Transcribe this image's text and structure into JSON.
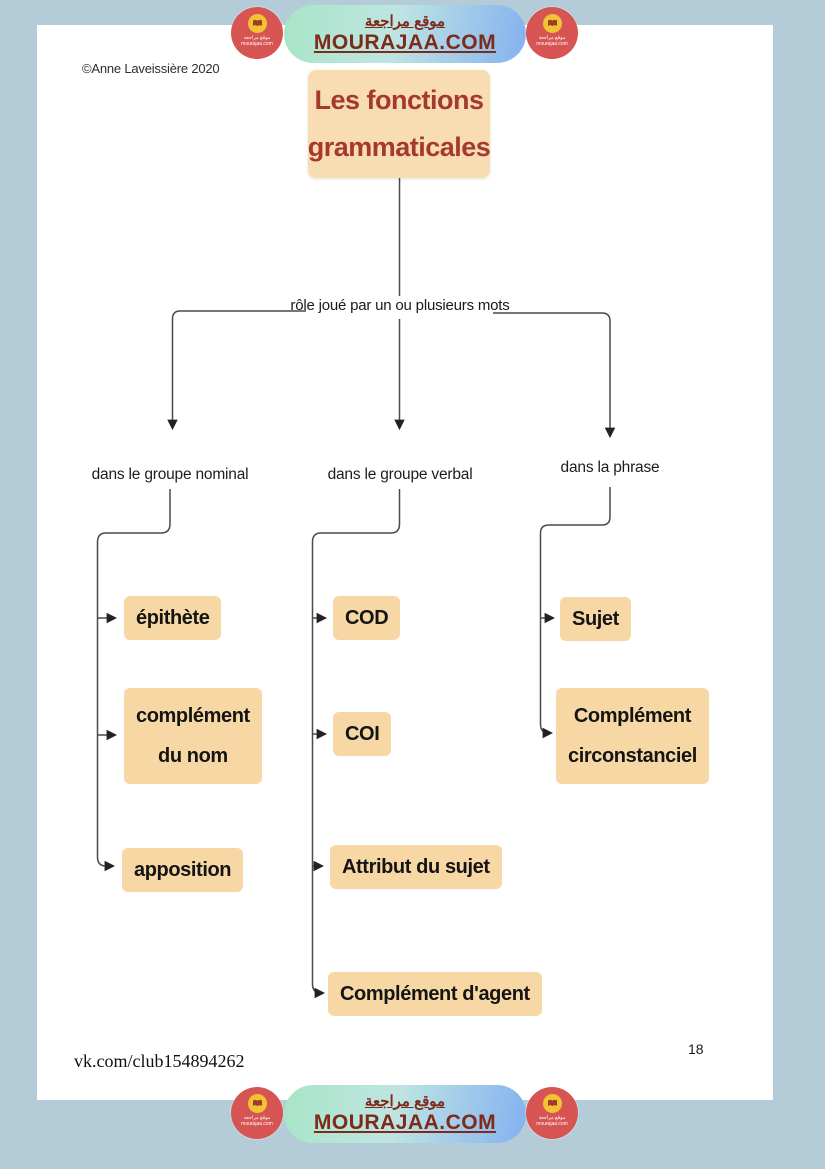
{
  "banner": {
    "arabic_label": "موقع مراجعة",
    "site_label": "MOURAJAA.COM",
    "logo_caption_arabic": "موقع مراجعة",
    "logo_caption_site": "mourajaa.com"
  },
  "page": {
    "copyright": "©Anne Laveissière 2020",
    "footer_link": "vk.com/club154894262",
    "page_number": "18"
  },
  "diagram": {
    "title": "Les fonctions\ngrammaticales",
    "root_label": "rôle joué par un ou plusieurs mots",
    "branches": [
      {
        "label": "dans le groupe nominal",
        "children": [
          "épithète",
          "complément\ndu nom",
          "apposition"
        ]
      },
      {
        "label": "dans le groupe verbal",
        "children": [
          "COD",
          "COI",
          "Attribut du sujet",
          "Complément d'agent"
        ]
      },
      {
        "label": "dans la phrase",
        "children": [
          "Sujet",
          "Complément\ncirconstanciel"
        ]
      }
    ]
  },
  "colors": {
    "background": "#b3ccd8",
    "paper": "#ffffff",
    "banner_gradient_left": "#a7e5c6",
    "banner_gradient_right": "#84b1f0",
    "banner_text": "#7e2a1a",
    "logo_red": "#d65553",
    "logo_yellow": "#f3c234",
    "node_fill": "#f7d8a5",
    "title_fill": "#f8ddb2",
    "title_text": "#a5392d",
    "connector_line": "#4a4a4a"
  }
}
